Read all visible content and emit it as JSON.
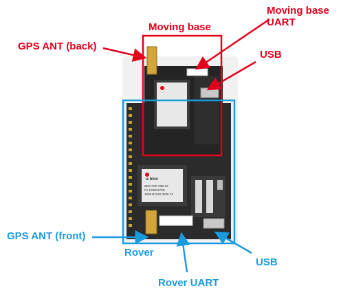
{
  "colors": {
    "moving_base": "#e3001b",
    "rover": "#1a9be0",
    "pcb": "#2b2b2b",
    "board_white": "#f1f1f1"
  },
  "labels": {
    "moving_base": "Moving base",
    "moving_base_uart": "Moving base\nUART",
    "gps_ant_back": "GPS ANT (back)",
    "usb_top": "USB",
    "gps_ant_front": "GPS ANT (front)",
    "rover": "Rover",
    "usb_bottom": "USB",
    "rover_uart": "Rover UART"
  },
  "chip_text": {
    "brand": "u·blox",
    "line1": "ZED-F9P-00B-02",
    "line2": "F1 10060170D",
    "line3": "1608 R1160 0035 72"
  }
}
